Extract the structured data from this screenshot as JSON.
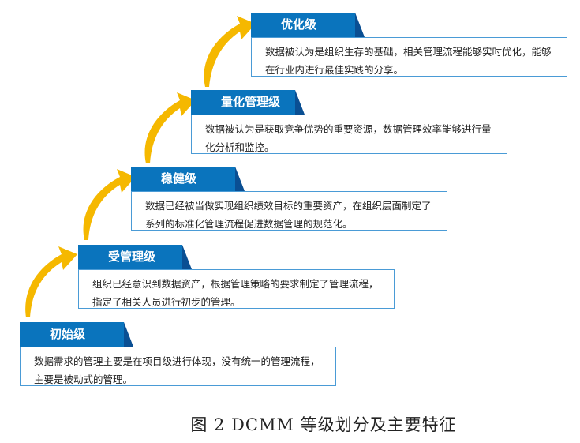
{
  "levels": [
    {
      "title": "优化级",
      "desc": "数据被认为是组织生存的基础，相关管理流程能够实时优化，能够在行业内进行最佳实践的分享。"
    },
    {
      "title": "量化管理级",
      "desc": "数据被认为是获取竞争优势的重要资源，数据管理效率能够进行量化分析和监控。"
    },
    {
      "title": "稳健级",
      "desc": "数据已经被当做实现组织绩效目标的重要资产，在组织层面制定了系列的标准化管理流程促进数据管理的规范化。"
    },
    {
      "title": "受管理级",
      "desc": "组织已经意识到数据资产，根据管理策略的要求制定了管理流程，指定了相关人员进行初步的管理。"
    },
    {
      "title": "初始级",
      "desc": "数据需求的管理主要是在项目级进行体现，没有统一的管理流程，主要是被动式的管理。"
    }
  ],
  "caption": "图 2 DCMM 等级划分及主要特征",
  "colors": {
    "tab": "#0a74bd",
    "tab_shadow": "#0a4f93",
    "border": "#4a9bd6",
    "arrow": "#f5b800"
  }
}
